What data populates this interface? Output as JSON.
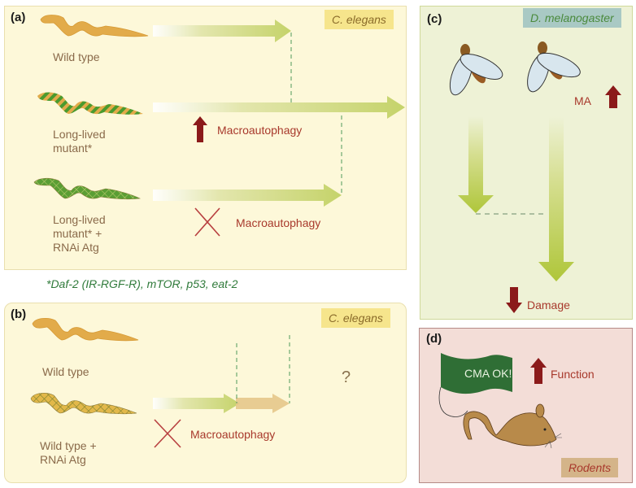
{
  "panels": {
    "a": {
      "label": "(a)",
      "species": "C. elegans",
      "rows": [
        {
          "worm_label": [
            "Wild type"
          ],
          "worm_style": "plain"
        },
        {
          "worm_label": [
            "Long-lived",
            "mutant*"
          ],
          "worm_style": "striped",
          "annotation": "Macroautophagy",
          "annotation_marker": "up-arrow"
        },
        {
          "worm_label": [
            "Long-lived",
            "mutant* +",
            "RNAi Atg"
          ],
          "worm_style": "crosshatch-green",
          "annotation": "Macroautophagy",
          "annotation_marker": "cross"
        }
      ],
      "footnote": "*Daf-2 (IR-RGF-R), mTOR, p53, eat-2"
    },
    "b": {
      "label": "(b)",
      "species": "C. elegans",
      "rows": [
        {
          "worm_label": [
            "Wild type"
          ],
          "worm_style": "plain"
        },
        {
          "worm_label": [
            "Wild type +",
            "RNAi Atg"
          ],
          "worm_style": "crosshatch-yellow",
          "annotation": "Macroautophagy",
          "annotation_marker": "cross"
        }
      ],
      "unknown_marker": "?"
    },
    "c": {
      "label": "(c)",
      "species": "D. melanogaster",
      "ma_label": "MA",
      "damage_label": "Damage"
    },
    "d": {
      "label": "(d)",
      "species": "Rodents",
      "flag_text": "CMA OK!",
      "function_label": "Function"
    }
  },
  "colors": {
    "panel_ab_bg": "#fdf8d9",
    "panel_c_bg": "#eef2d6",
    "panel_d_bg": "#f3ddd7",
    "arrow_green": "#c5d36a",
    "arrow_tan": "#e3c27a",
    "dark_red": "#8b1a1a",
    "worm_tan": "#e2ab4a",
    "worm_green": "#4a9a2e",
    "flag_green": "#2f6e35"
  }
}
